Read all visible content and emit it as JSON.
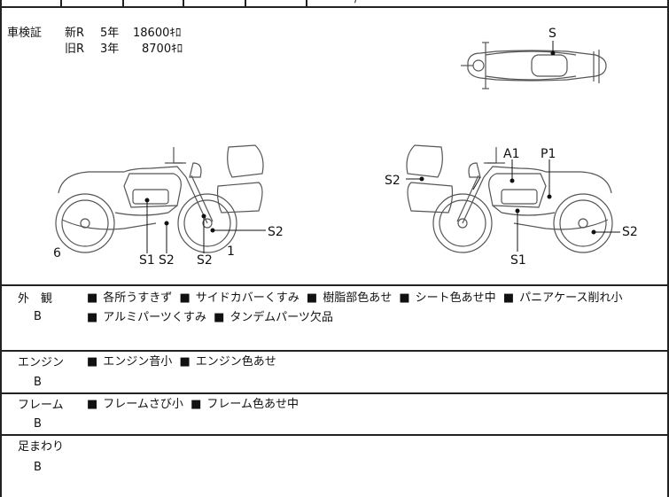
{
  "top_cells": [
    "",
    "",
    "",
    "",
    "",
    "/"
  ],
  "shaken": {
    "label": "車検証",
    "rows": [
      {
        "type": "新R",
        "years": "5年",
        "price": "18600ｷﾛ"
      },
      {
        "type": "旧R",
        "years": "3年",
        "price": "8700ｷﾛ"
      }
    ]
  },
  "diagram": {
    "top_view_marks": [
      "S"
    ],
    "left_side_marks": [
      "6",
      "S1",
      "S2",
      "S2",
      "1",
      "S2"
    ],
    "right_side_marks": [
      "S2",
      "A1",
      "P1",
      "S2",
      "S1"
    ]
  },
  "sections": [
    {
      "label": "外　観",
      "grade": "B",
      "items": [
        "各所うすきず",
        "サイドカバーくすみ",
        "樹脂部色あせ",
        "シート色あせ中",
        "パニアケース削れ小",
        "アルミパーツくすみ",
        "タンデムパーツ欠品"
      ]
    },
    {
      "label": "エンジン",
      "grade": "B",
      "items": [
        "エンジン音小",
        "エンジン色あせ"
      ]
    },
    {
      "label": "フレーム",
      "grade": "B",
      "items": [
        "フレームさび小",
        "フレーム色あせ中"
      ]
    },
    {
      "label": "足まわり",
      "grade": "B",
      "items": []
    }
  ],
  "bullet_symbol": "■"
}
